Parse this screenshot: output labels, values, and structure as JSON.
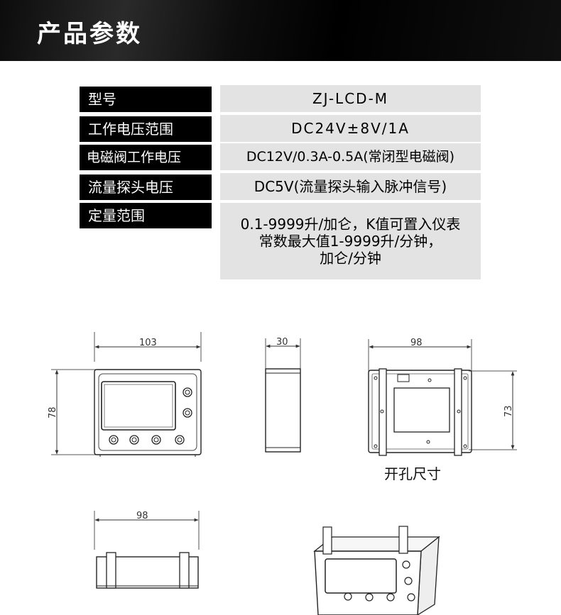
{
  "header": {
    "title": "产品参数"
  },
  "specs": [
    {
      "label": "型号",
      "value": "ZJ-LCD-M"
    },
    {
      "label": "工作电压范围",
      "value": "DC24V±8V/1A"
    },
    {
      "label": "电磁阀工作电压",
      "value": "DC12V/0.3A-0.5A(常闭型电磁阀)"
    },
    {
      "label": "流量探头电压",
      "value": "DC5V(流量探头输入脉冲信号)"
    },
    {
      "label": "定量范围",
      "lines": [
        "0.1-9999升/加仑，K值可置入仪表",
        "常数最大值1-9999升/分钟，",
        "加仑/分钟"
      ]
    }
  ],
  "drawings": {
    "front_width": "103",
    "front_height": "78",
    "side_depth": "30",
    "cutout_width": "98",
    "cutout_height": "73",
    "cutout_caption": "开孔尺寸",
    "bottom_width": "98"
  }
}
